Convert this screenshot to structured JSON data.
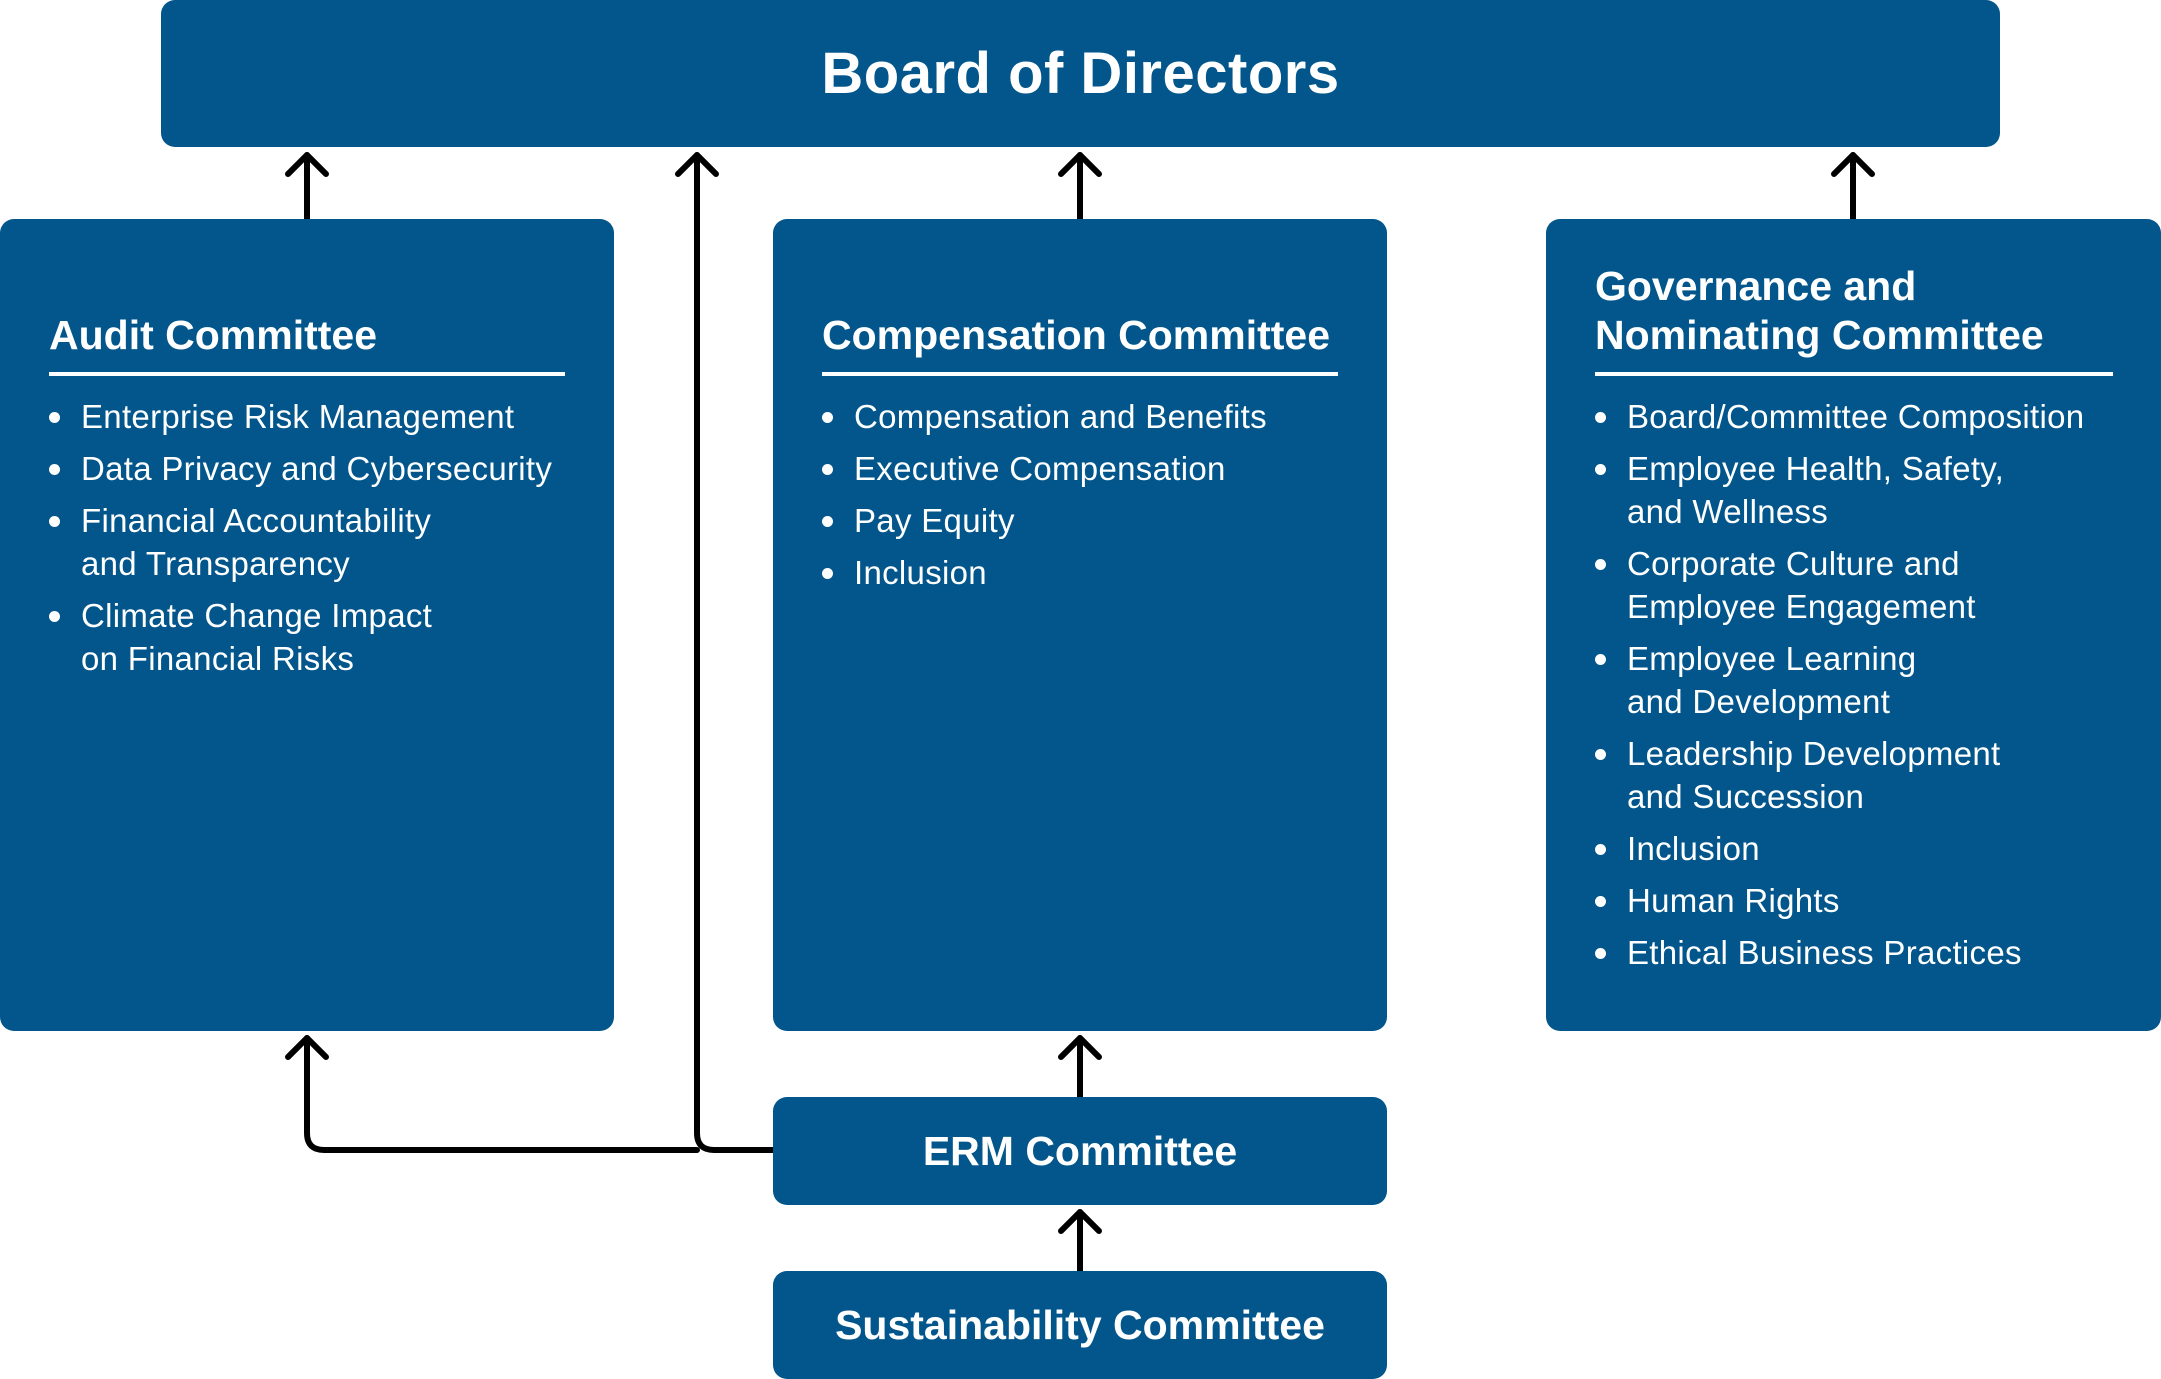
{
  "board": {
    "title": "Board of Directors"
  },
  "committees": {
    "audit": {
      "title_lines": [
        "Audit Committee"
      ],
      "items": [
        [
          "Enterprise Risk Management"
        ],
        [
          "Data Privacy and Cybersecurity"
        ],
        [
          "Financial Accountability",
          "and Transparency"
        ],
        [
          "Climate Change Impact",
          "on Financial Risks"
        ]
      ]
    },
    "compensation": {
      "title_lines": [
        "Compensation Committee"
      ],
      "items": [
        [
          "Compensation and Benefits"
        ],
        [
          "Executive Compensation"
        ],
        [
          "Pay Equity"
        ],
        [
          "Inclusion"
        ]
      ]
    },
    "governance": {
      "title_lines": [
        "Governance and",
        "Nominating Committee"
      ],
      "items": [
        [
          "Board/Committee Composition"
        ],
        [
          "Employee Health, Safety,",
          "and Wellness"
        ],
        [
          "Corporate Culture and",
          "Employee Engagement"
        ],
        [
          "Employee Learning",
          "and Development"
        ],
        [
          "Leadership Development",
          "and Succession"
        ],
        [
          "Inclusion"
        ],
        [
          "Human Rights"
        ],
        [
          "Ethical Business Practices"
        ]
      ]
    }
  },
  "erm": {
    "title": "ERM Committee"
  },
  "sustainability": {
    "title": "Sustainability Committee"
  },
  "colors": {
    "box": "#02568b",
    "text": "#ffffff",
    "connector": "#000000"
  }
}
